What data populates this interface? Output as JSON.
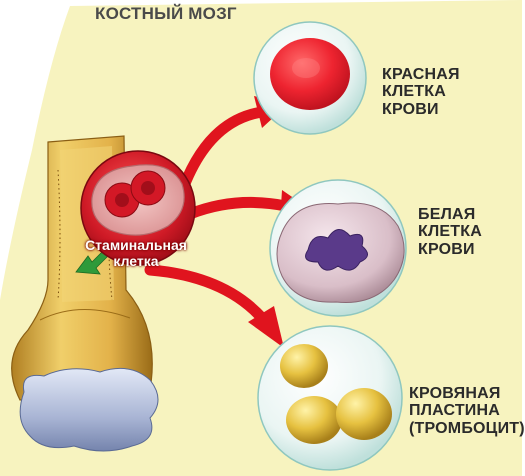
{
  "title": "КОСТНЫЙ МОЗГ",
  "stem_cell": {
    "line1": "Стаминальная",
    "line2": "клетка"
  },
  "red_cell": {
    "line1": "КРАСНАЯ КЛЕТКА",
    "line2": "КРОВИ"
  },
  "white_cell": {
    "line1": "БЕЛАЯ",
    "line2": "КЛЕТКА",
    "line3": "КРОВИ"
  },
  "platelet": {
    "line1": "КРОВЯНАЯ",
    "line2": "ПЛАСТИНА",
    "line3": "(ТРОМБОЦИТ)"
  },
  "colors": {
    "background": "#f7f3bf",
    "bone": "#e0b24a",
    "arrow": "#e0141e",
    "stem_cell": "#c81a2a",
    "red_cell": "#e8222e",
    "white_cell": "#d8c0c8",
    "nucleus": "#5a3a8a",
    "platelet": "#e2c040",
    "joint": "#a9b6d6"
  }
}
